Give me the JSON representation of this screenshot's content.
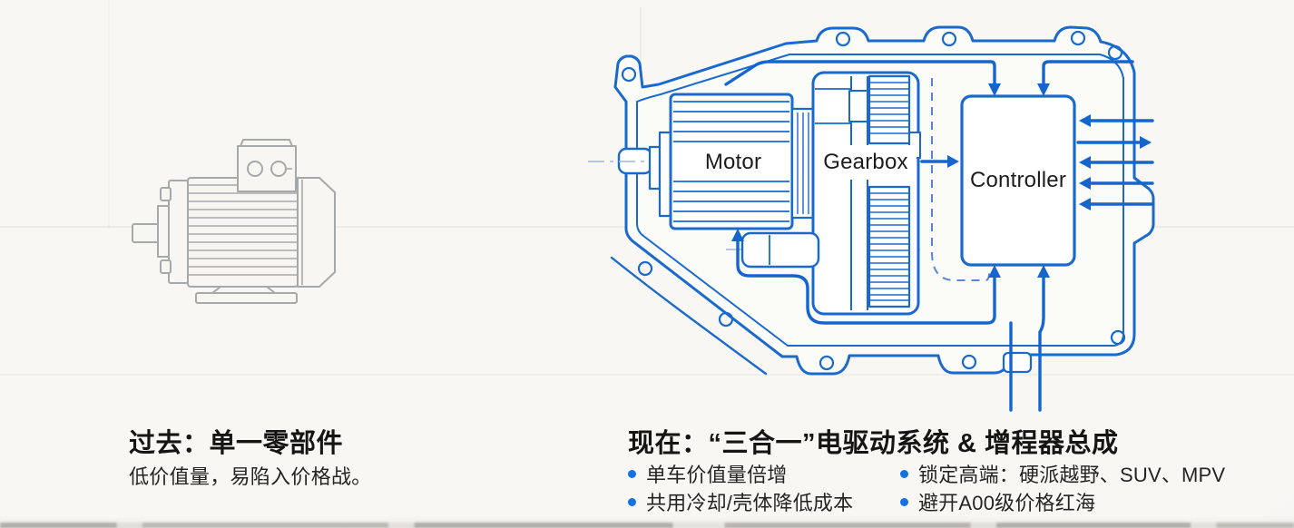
{
  "page": {
    "background": "#f5f4f1"
  },
  "left_panel": {
    "title": "过去：单一零部件",
    "subtitle": "低价值量，易陷入价格战。",
    "illustration": "single-electric-motor-line-drawing",
    "line_color": "#a6a9ab"
  },
  "right_panel": {
    "title": "现在：“三合一”电驱动系统 & 增程器总成",
    "bullets": [
      "单车价值量倍增",
      "共用冷却/壳体降低成本",
      "锁定高端：硬派越野、SUV、MPV",
      "避开A00级价格红海"
    ],
    "bullet_color": "#1372e2",
    "diagram": {
      "motor_label": "Motor",
      "gearbox_label": "Gearbox",
      "controller_label": "Controller",
      "line_color": "#1a6ace",
      "arrow_color": "#1565cd",
      "style": "blueprint-housing-with-bolt-holes"
    }
  }
}
